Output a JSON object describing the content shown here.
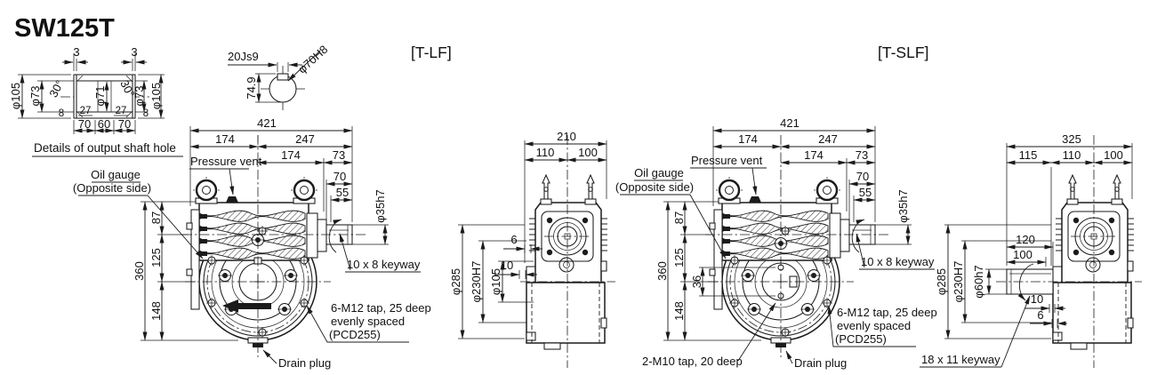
{
  "title": "SW125T",
  "colors": {
    "ink": "#1b1b1b",
    "paper": "#ffffff"
  },
  "detail": {
    "caption": "Details of output shaft hole",
    "t3l": "3",
    "t3r": "3",
    "d105l": "φ105",
    "d73l": "φ73",
    "a30l": "30°",
    "d71": "φ71",
    "a30r": "30°",
    "d73r": "φ73",
    "d105r": "φ105",
    "b8l": "8",
    "b27l": "27",
    "b27r": "27",
    "b8r": "8",
    "b70l": "70",
    "b60": "60",
    "b70r": "70"
  },
  "keydetail": {
    "w": "20Js9",
    "bore": "φ70H8",
    "h": "74.9"
  },
  "tlf": {
    "name": "[T-LF]",
    "front": {
      "d421": "421",
      "d174a": "174",
      "d247": "247",
      "d174b": "174",
      "d73": "73",
      "d70": "70",
      "d55": "55",
      "shaft": "φ35h7",
      "d360": "360",
      "d87": "87",
      "d125": "125",
      "d148": "148",
      "pressure_vent": "Pressure vent",
      "oil1": "Oil gauge",
      "oil2": "(Opposite side)",
      "keyway": "10 x 8 keyway",
      "tap1": "6-M12 tap, 25 deep",
      "tap2": "evenly spaced",
      "tap3": "(PCD255)",
      "drain": "Drain plug"
    },
    "side": {
      "d210": "210",
      "d110": "110",
      "d100": "100",
      "d285": "φ285",
      "d230": "φ230H7",
      "d105": "φ105",
      "d6": "6",
      "d10": "10"
    }
  },
  "tslf": {
    "name": "[T-SLF]",
    "front": {
      "d421": "421",
      "d174a": "174",
      "d247": "247",
      "d174b": "174",
      "d73": "73",
      "d70": "70",
      "d55": "55",
      "shaft": "φ35h7",
      "d360": "360",
      "d87": "87",
      "d125": "125",
      "d148": "148",
      "d36": "36",
      "pressure_vent": "Pressure vent",
      "oil1": "Oil gauge",
      "oil2": "(Opposite side)",
      "keyway": "10 x 8 keyway",
      "tap1": "6-M12 tap, 25 deep",
      "tap2": "evenly spaced",
      "tap3": "(PCD255)",
      "tap2m10": "2-M10 tap, 20 deep",
      "drain": "Drain plug"
    },
    "side": {
      "d325": "325",
      "d115": "115",
      "d110": "110",
      "d100": "100",
      "d285": "φ285",
      "d230": "φ230H7",
      "d60": "φ60h7",
      "d120": "120",
      "d100b": "100",
      "d10": "10",
      "d6": "6",
      "keyway": "18 x 11 keyway"
    }
  }
}
